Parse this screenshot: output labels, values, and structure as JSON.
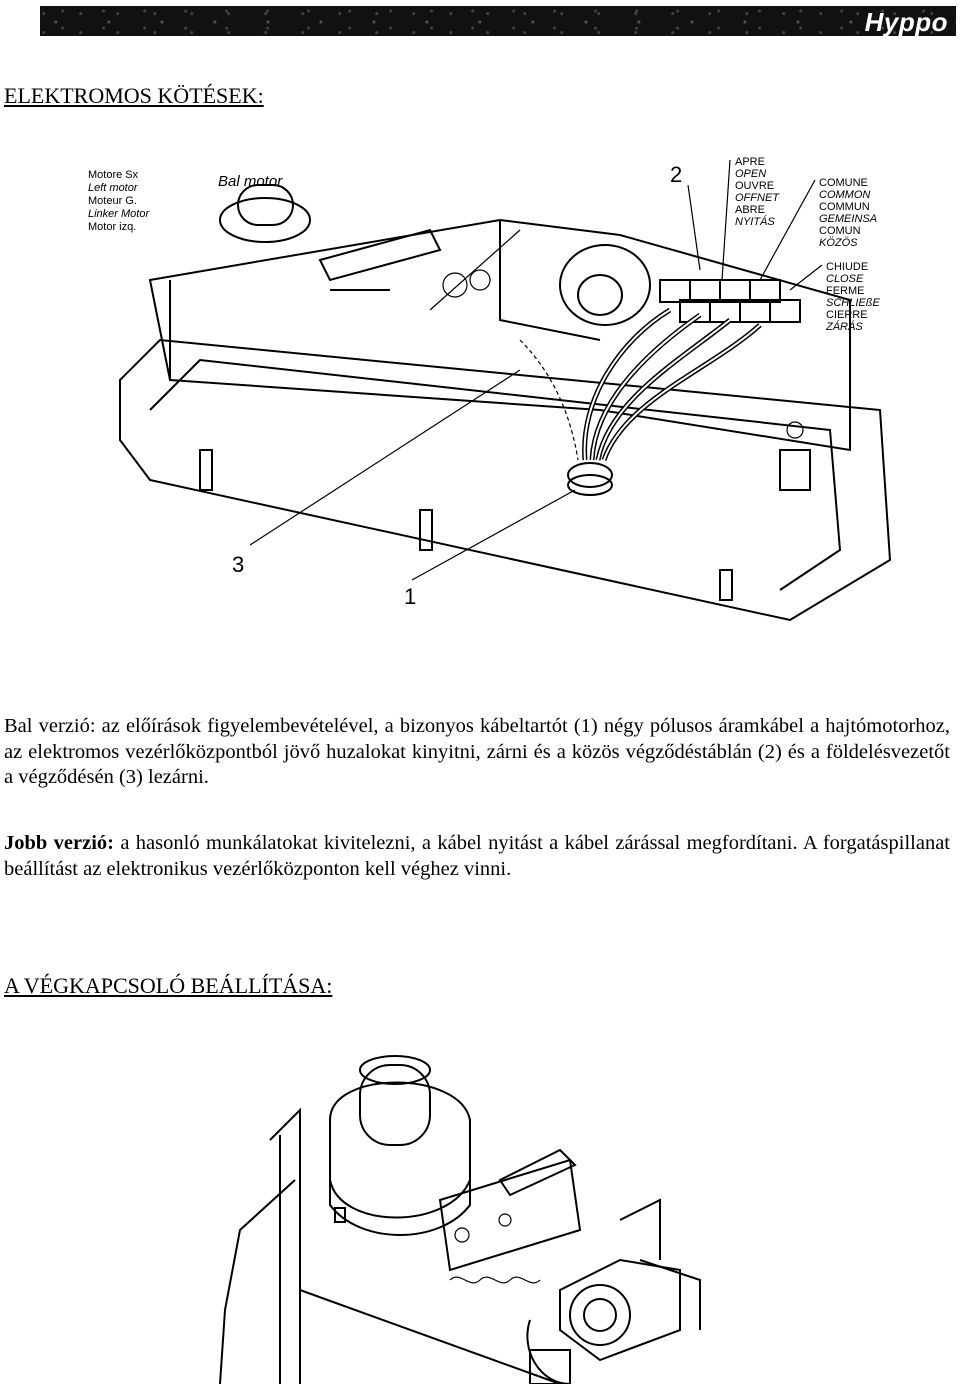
{
  "header": {
    "brand": "Hyppo"
  },
  "section1": {
    "title": "ELEKTROMOS KÖTÉSEK:"
  },
  "diagram1": {
    "motor_labels": [
      "Motore Sx",
      "Left motor",
      "Moteur G.",
      "Linker Motor",
      "Motor izq."
    ],
    "handwritten_note": "Bal motor",
    "open_labels": [
      "APRE",
      "OPEN",
      "OUVRE",
      "OFFNET",
      "ABRE",
      "NYITÁS"
    ],
    "common_labels": [
      "COMUNE",
      "COMMON",
      "COMMUN",
      "GEMEINSA",
      "COMUN",
      "KÖZÖS"
    ],
    "close_labels": [
      "CHIUDE",
      "CLOSE",
      "FERME",
      "SCHLIEßE",
      "CIERRE",
      "ZÁRÁS"
    ],
    "callouts": {
      "one": "1",
      "two": "2",
      "three": "3"
    }
  },
  "para1": {
    "text": "Bal verzió: az előírások figyelembevételével, a bizonyos kábeltartót (1) négy pólusos áramkábel a hajtómotorhoz, az elektromos vezérlőközpontból jövő huzalokat kinyitni, zárni és a közös végződéstáblán (2) és a földelésvezetőt a végződésén (3) lezárni."
  },
  "para2": {
    "bold": "Jobb verzió:",
    "text": " a hasonló munkálatokat kivitelezni, a kábel nyitást a kábel zárással megfordítani. A forgatáspillanat beállítást az elektronikus vezérlőközponton kell véghez vinni."
  },
  "section2": {
    "title": "A VÉGKAPCSOLÓ BEÁLLÍTÁSA:"
  }
}
